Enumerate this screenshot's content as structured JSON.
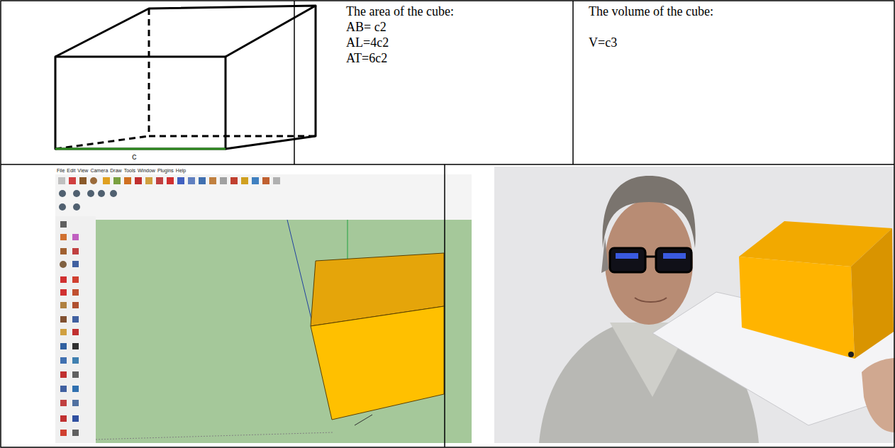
{
  "diagram": {
    "labels": [
      "The area of the cube:",
      "AB= c2",
      "AL=4c2",
      "AT=6c2",
      "The volume of the cube:",
      "V=c3",
      "c",
      "File",
      "Edit",
      "View",
      "Camera",
      "Draw",
      "Tools",
      "Window",
      "Plugins",
      "Help"
    ]
  }
}
